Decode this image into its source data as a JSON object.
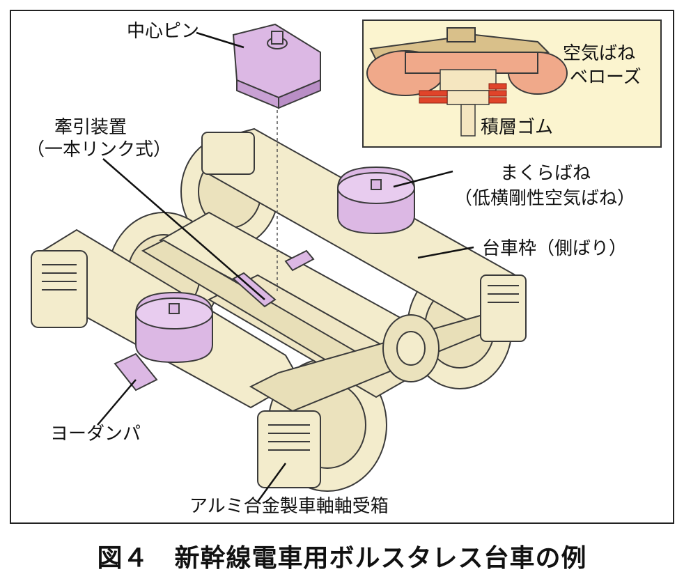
{
  "labels": {
    "center_pin": "中心ピン",
    "traction_device": "牽引装置",
    "traction_type": "（一本リンク式）",
    "air_spring_bellows_1": "空気ばね",
    "air_spring_bellows_2": "ベローズ",
    "laminated_rubber": "積層ゴム",
    "bolster_spring": "まくらばね",
    "bolster_spring_type": "（低横剛性空気ばね）",
    "bogie_frame": "台車枠（側ばり）",
    "yaw_damper": "ヨーダンパ",
    "axle_box": "アルミ合金製車軸軸受箱"
  },
  "caption": "図４　新幹線電車用ボルスタレス台車の例",
  "colors": {
    "frame": "#f3eccc",
    "component": "#dcb8e4",
    "inset_bg": "#fbf4cf",
    "bellows": "#f0a98a",
    "rubber": "#e0442a",
    "outline": "#3a3a3a"
  }
}
